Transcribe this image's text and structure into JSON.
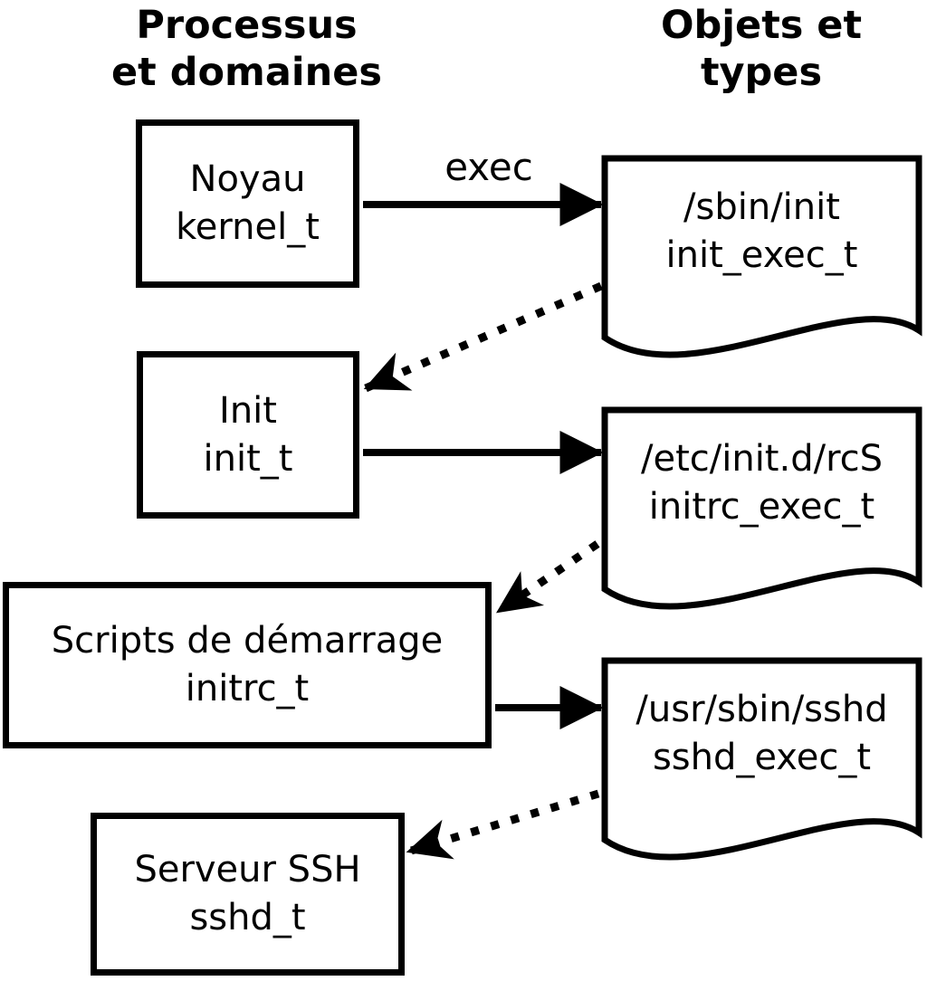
{
  "diagram": {
    "left_header": {
      "line1": "Processus",
      "line2": "et domaines"
    },
    "right_header": {
      "line1": "Objets et",
      "line2": "types"
    },
    "exec_label": "exec",
    "processes": [
      {
        "name": "Noyau",
        "domain": "kernel_t"
      },
      {
        "name": "Init",
        "domain": "init_t"
      },
      {
        "name": "Scripts de démarrage",
        "domain": "initrc_t"
      },
      {
        "name": "Serveur SSH",
        "domain": "sshd_t"
      }
    ],
    "objects": [
      {
        "path": "/sbin/init",
        "type": "init_exec_t"
      },
      {
        "path": "/etc/init.d/rcS",
        "type": "initrc_exec_t"
      },
      {
        "path": "/usr/sbin/sshd",
        "type": "sshd_exec_t"
      }
    ],
    "colors": {
      "ink": "#000000",
      "paper": "#ffffff"
    }
  }
}
